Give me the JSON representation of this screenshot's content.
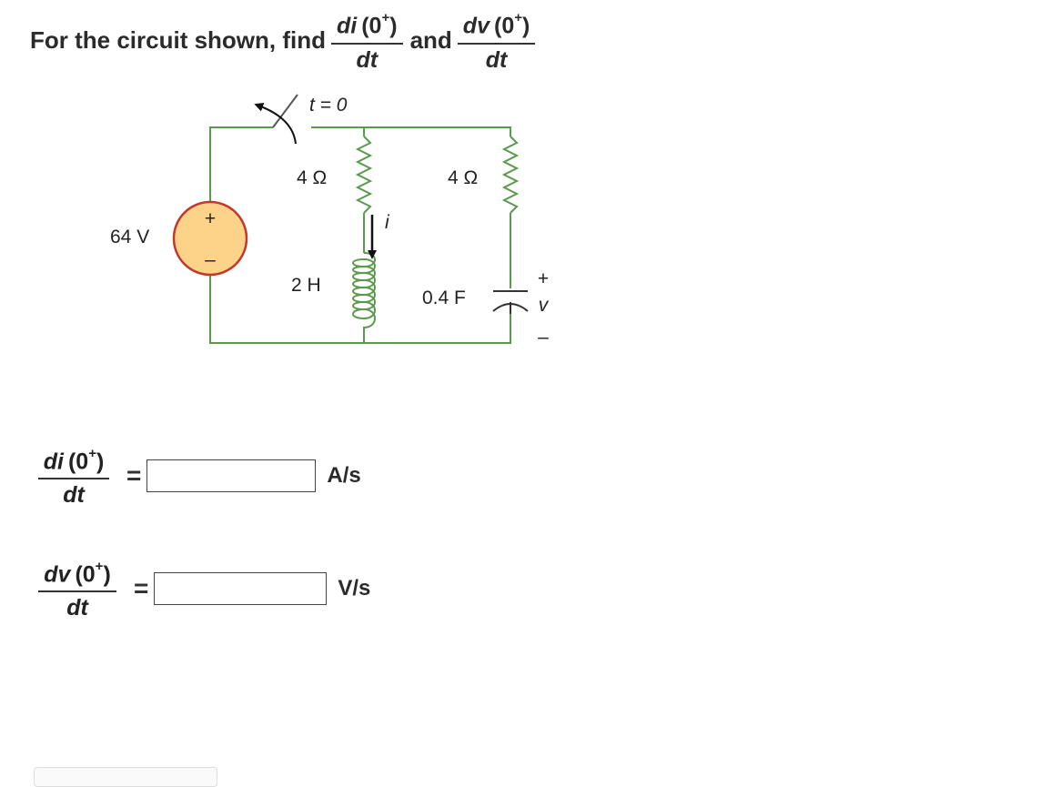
{
  "prompt": {
    "lead": "For the circuit shown, find",
    "conjunction": "and",
    "first_fraction": {
      "var": "di",
      "arg_open": "(0",
      "sup": "+",
      "arg_close": ")",
      "den": "dt"
    },
    "second_fraction": {
      "var": "dv",
      "arg_open": "(0",
      "sup": "+",
      "arg_close": ")",
      "den": "dt"
    }
  },
  "circuit": {
    "switch_label": "t = 0",
    "source_voltage": "64 V",
    "source_plus": "+",
    "source_minus": "–",
    "resistor_left": "4 Ω",
    "resistor_right": "4 Ω",
    "inductor": "2 H",
    "capacitor": "0.4 F",
    "current_label": "i",
    "cap_plus": "+",
    "cap_voltage": "v",
    "cap_minus": "–",
    "colors": {
      "wire": "#5b9a4e",
      "source_fill": "#fdd38a",
      "source_stroke": "#c0392b",
      "arrow": "#111111"
    }
  },
  "answers": [
    {
      "var": "di",
      "arg_open": "(0",
      "sup": "+",
      "arg_close": ")",
      "den": "dt",
      "equals": "=",
      "value": "",
      "unit": "A/s"
    },
    {
      "var": "dv",
      "arg_open": "(0",
      "sup": "+",
      "arg_close": ")",
      "den": "dt",
      "equals": "=",
      "value": "",
      "unit": "V/s"
    }
  ]
}
